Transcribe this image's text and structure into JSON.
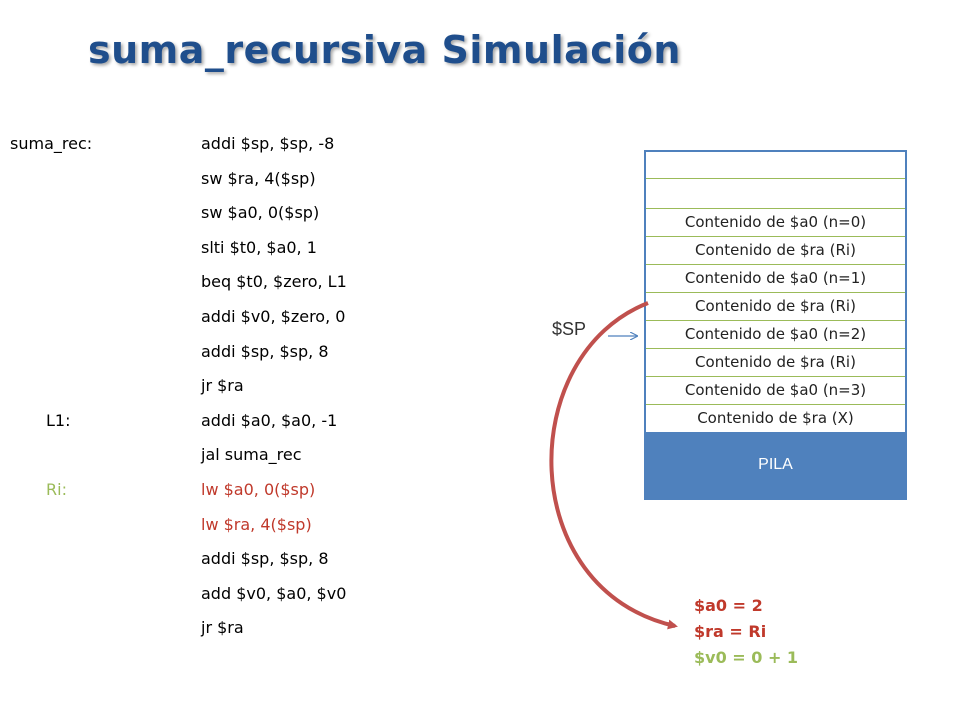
{
  "slide": {
    "title": "suma_recursiva Simulación"
  },
  "code": [
    {
      "label": "suma_rec:",
      "instruction": "addi $sp, $sp, -8"
    },
    {
      "label": "",
      "instruction": "sw $ra, 4($sp)"
    },
    {
      "label": "",
      "instruction": "sw $a0, 0($sp)"
    },
    {
      "label": "",
      "instruction": "slti $t0, $a0, 1"
    },
    {
      "label": "",
      "instruction": "beq $t0, $zero, L1"
    },
    {
      "label": "",
      "instruction": "addi $v0, $zero, 0"
    },
    {
      "label": "",
      "instruction": "addi $sp, $sp, 8"
    },
    {
      "label": "",
      "instruction": "jr $ra"
    },
    {
      "label": "L1:",
      "instruction": "addi $a0, $a0, -1"
    },
    {
      "label": "",
      "instruction": "jal suma_rec"
    },
    {
      "label": "Ri:",
      "instruction": "lw $a0, 0($sp)"
    },
    {
      "label": "",
      "instruction": "lw $ra, 4($sp)"
    },
    {
      "label": "",
      "instruction": "addi $sp, $sp, 8"
    },
    {
      "label": "",
      "instruction": "add $v0, $a0, $v0"
    },
    {
      "label": "",
      "instruction": "jr $ra"
    }
  ],
  "stack": {
    "cells": [
      "",
      "",
      "Contenido de $a0 (n=0)",
      "Contenido de $ra (Ri)",
      "Contenido de $a0 (n=1)",
      "Contenido de $ra (Ri)",
      "Contenido de $a0 (n=2)",
      "Contenido de $ra (Ri)",
      "Contenido de $a0 (n=3)",
      "Contenido de $ra (X)"
    ],
    "label": "PILA",
    "sp_label": "$SP"
  },
  "registers": [
    "$a0 = 2",
    "$ra = Ri",
    "$v0 = 0 + 1"
  ],
  "colors": {
    "title": "#1f4e8c",
    "highlight_red": "#c0392b",
    "label_green": "#9bbb59",
    "stack_blue": "#4f81bd",
    "arrow": "#c0504d"
  }
}
